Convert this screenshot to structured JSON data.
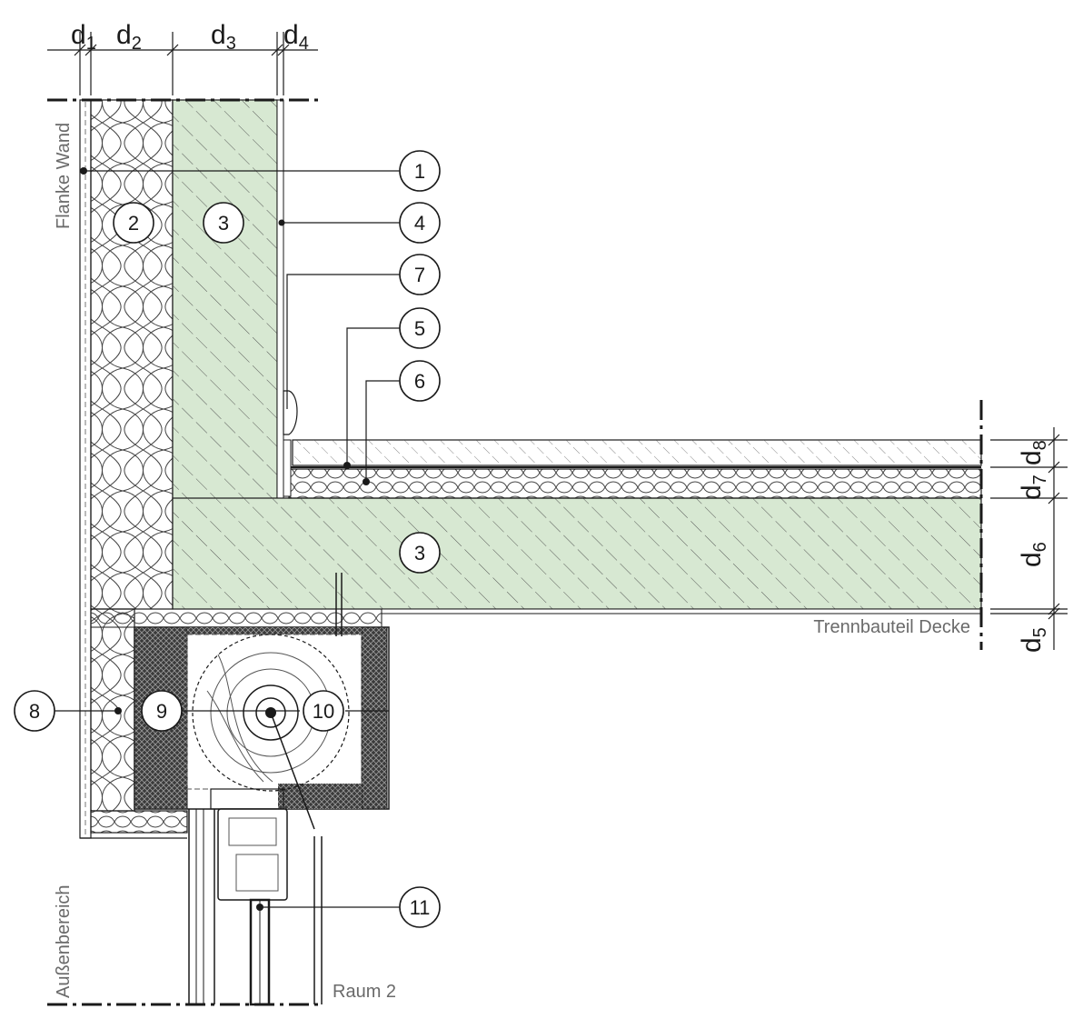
{
  "labels": {
    "flanke_wand": "Flanke Wand",
    "trennbauteil_decke": "Trennbauteil Decke",
    "aussenbereich": "Außenbereich",
    "raum2": "Raum 2"
  },
  "dimensions": [
    {
      "id": "d1",
      "letter": "d",
      "sub": "1"
    },
    {
      "id": "d2",
      "letter": "d",
      "sub": "2"
    },
    {
      "id": "d3",
      "letter": "d",
      "sub": "3"
    },
    {
      "id": "d4",
      "letter": "d",
      "sub": "4"
    },
    {
      "id": "d5",
      "letter": "d",
      "sub": "5"
    },
    {
      "id": "d6",
      "letter": "d",
      "sub": "6"
    },
    {
      "id": "d7",
      "letter": "d",
      "sub": "7"
    },
    {
      "id": "d8",
      "letter": "d",
      "sub": "8"
    }
  ],
  "callouts": [
    "1",
    "2",
    "3",
    "4",
    "5",
    "6",
    "7",
    "8",
    "9",
    "10",
    "11"
  ],
  "colors": {
    "concrete": "#d7e8d2",
    "line": "#1a1a1a",
    "label_gray": "#6a6a6a",
    "dark_insulation": "#3a3a3a"
  }
}
